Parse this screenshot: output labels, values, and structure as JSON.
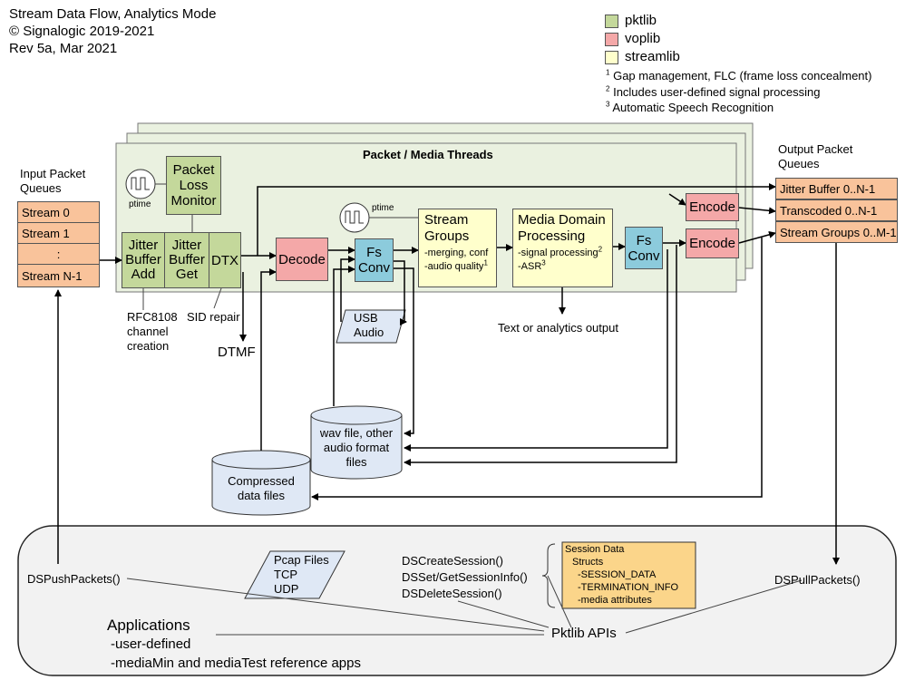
{
  "header": {
    "title": "Stream Data Flow, Analytics Mode",
    "copyright": "© Signalogic 2019-2021",
    "revision": "Rev 5a, Mar 2021"
  },
  "legend": [
    {
      "label": "pktlib",
      "color": "#c4d89b"
    },
    {
      "label": "voplib",
      "color": "#f4a8a8"
    },
    {
      "label": "streamlib",
      "color": "#ffffcc"
    }
  ],
  "footnotes": [
    {
      "num": "1",
      "text": "Gap management, FLC (frame loss concealment)"
    },
    {
      "num": "2",
      "text": "Includes user-defined signal processing"
    },
    {
      "num": "3",
      "text": "Automatic Speech Recognition"
    }
  ],
  "threads": {
    "title": "Packet / Media Threads"
  },
  "input_queues": {
    "title_line1": "Input Packet",
    "title_line2": "Queues",
    "items": [
      "Stream 0",
      "Stream 1",
      ":",
      "Stream N-1"
    ]
  },
  "output_queues": {
    "title_line1": "Output Packet",
    "title_line2": "Queues",
    "items": [
      "Jitter Buffer 0..N-1",
      "Transcoded 0..N-1",
      "Stream Groups 0..M-1"
    ]
  },
  "blocks": {
    "plm": [
      "Packet",
      "Loss",
      "Monitor"
    ],
    "jba": [
      "Jitter",
      "Buffer",
      "Add"
    ],
    "jbg": [
      "Jitter",
      "Buffer",
      "Get"
    ],
    "dtx": "DTX",
    "decode": "Decode",
    "fsconv1": [
      "Fs",
      "Conv"
    ],
    "fsconv2": [
      "Fs",
      "Conv"
    ],
    "encode1": "Encode",
    "encode2": "Encode",
    "stream_groups": {
      "title1": "Stream",
      "title2": "Groups",
      "line1": "-merging, conf",
      "line2": "-audio quality",
      "line2_sup": "1"
    },
    "media_domain": {
      "title1": "Media Domain",
      "title2": "Processing",
      "line1": "-signal processing",
      "line1_sup": "2",
      "line2": "-ASR",
      "line2_sup": "3"
    },
    "ptime1": "ptime",
    "ptime2": "ptime"
  },
  "annotations": {
    "rfc": [
      "RFC8108",
      "channel",
      "creation"
    ],
    "sid": "SID repair",
    "dtmf": "DTMF",
    "usb": [
      "USB",
      "Audio"
    ],
    "text_output": "Text or analytics output",
    "wav": [
      "wav file, other",
      "audio format",
      "files"
    ],
    "compressed": [
      "Compressed",
      "data files"
    ]
  },
  "apps": {
    "push": "DSPushPackets()",
    "pull": "DSPullPackets()",
    "pcap": [
      "Pcap Files",
      "TCP",
      "UDP"
    ],
    "sessions": [
      "DSCreateSession()",
      "DSSet/GetSessionInfo()",
      "DSDeleteSession()"
    ],
    "session_data": [
      "Session Data",
      "Structs",
      "-SESSION_DATA",
      "-TERMINATION_INFO",
      "-media attributes"
    ],
    "pktlib_apis": "Pktlib APIs",
    "applications": {
      "title": "Applications",
      "items": [
        "-user-defined",
        "-mediaMin and mediaTest reference apps"
      ]
    }
  }
}
